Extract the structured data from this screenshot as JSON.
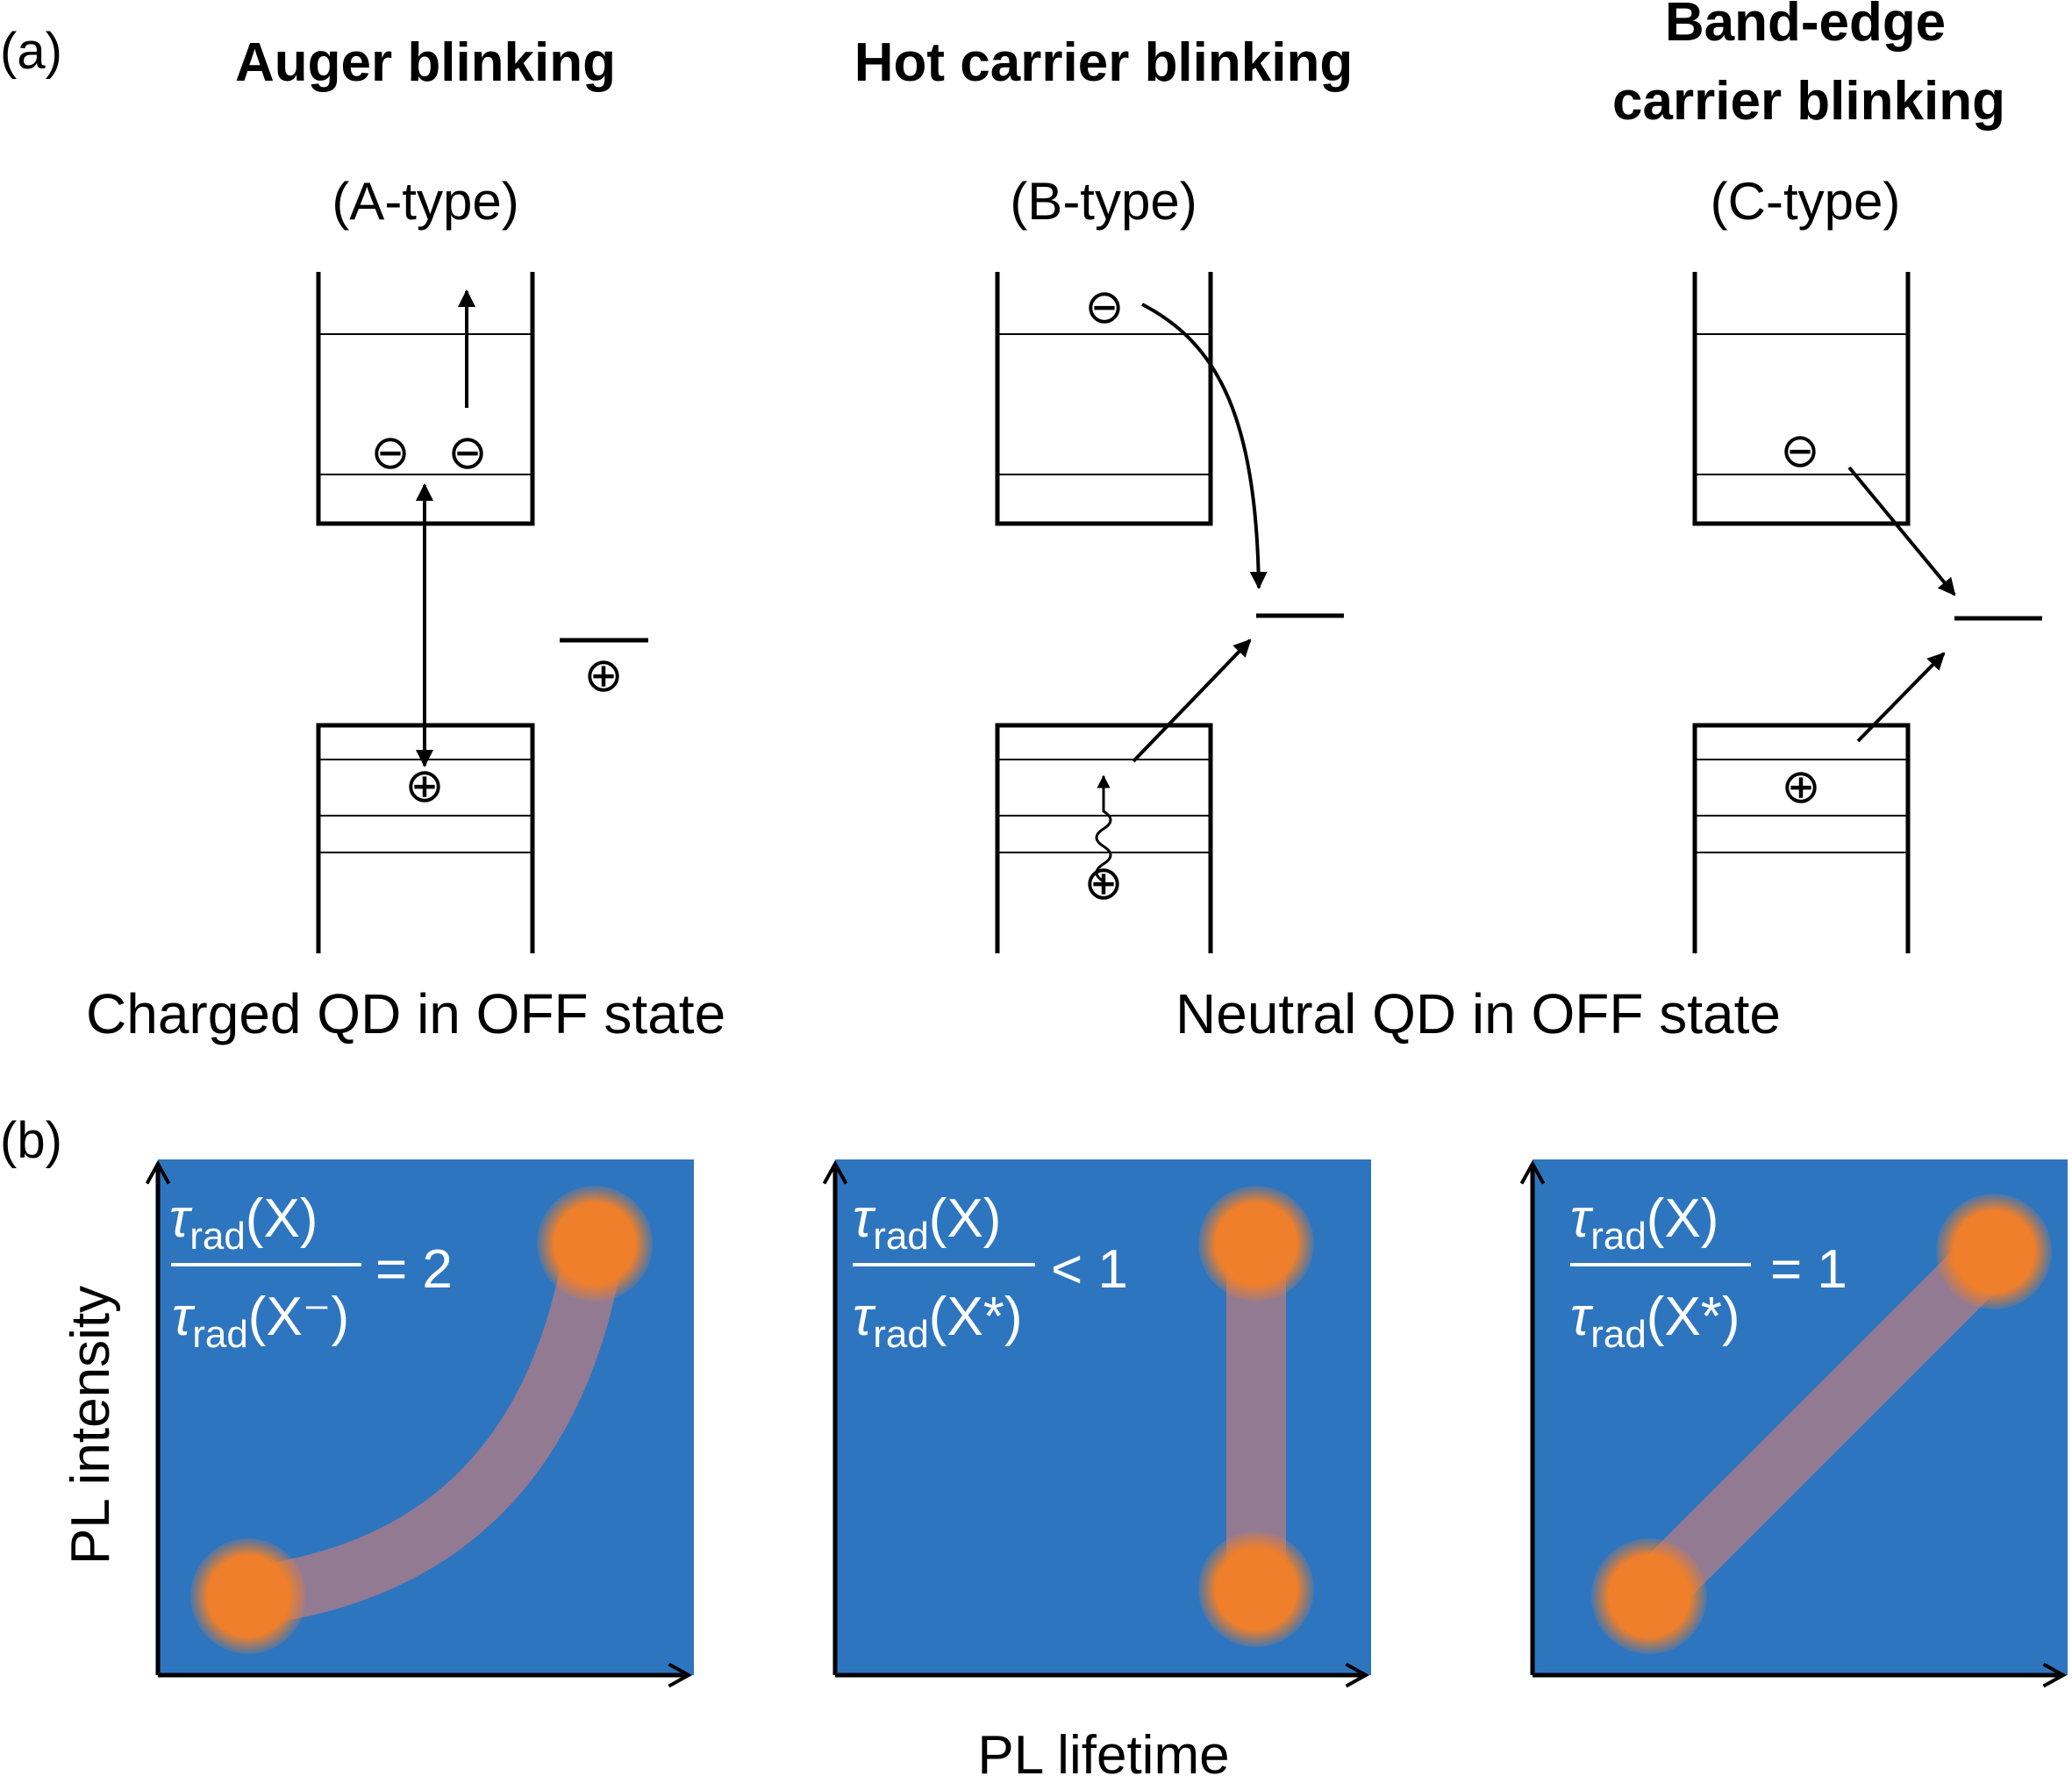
{
  "figure": {
    "panel_a": {
      "label": "(a)",
      "columns": [
        {
          "title_lines": [
            "Auger blinking"
          ],
          "subtitle": "(A-type)"
        },
        {
          "title_lines": [
            "Hot carrier blinking"
          ],
          "subtitle": "(B-type)"
        },
        {
          "title_lines": [
            "Band-edge",
            "carrier blinking"
          ],
          "subtitle": "(C-type)"
        }
      ],
      "footers": {
        "charged": "Charged QD in OFF state",
        "neutral": "Neutral QD in OFF state"
      },
      "charges": {
        "electron": "⊖",
        "hole": "⊕"
      }
    },
    "panel_b": {
      "label": "(b)",
      "ylabel": "PL intensity",
      "xlabel": "PL lifetime",
      "plots": [
        {
          "num_base": "τ",
          "num_sub": "rad",
          "num_arg": "(X)",
          "den_base": "τ",
          "den_sub": "rad",
          "den_arg": "(X⁻)",
          "relation": "= 2"
        },
        {
          "num_base": "τ",
          "num_sub": "rad",
          "num_arg": "(X)",
          "den_base": "τ",
          "den_sub": "rad",
          "den_arg": "(X*)",
          "relation": "< 1"
        },
        {
          "num_base": "τ",
          "num_sub": "rad",
          "num_arg": "(X)",
          "den_base": "τ",
          "den_sub": "rad",
          "den_arg": "(X*)",
          "relation": "= 1"
        }
      ]
    },
    "colors": {
      "plot_background": "#2e75bf",
      "state_dot": "#ef7f2a",
      "trajectory": "#927a93"
    }
  }
}
